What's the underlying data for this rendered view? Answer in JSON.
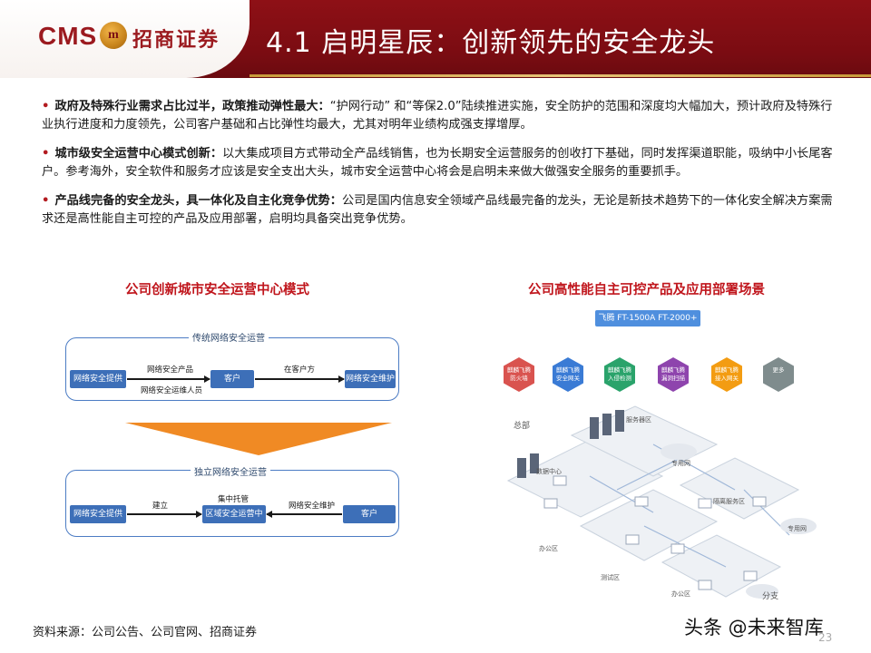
{
  "header": {
    "logo_en": "CMS",
    "logo_emblem": "m",
    "logo_cn": "招商证券",
    "title": "4.1  启明星辰：创新领先的安全龙头"
  },
  "bullets": [
    {
      "lead": "政府及特殊行业需求占比过半，政策推动弹性最大：",
      "text": "“护网行动” 和“等保2.0”陆续推进实施，安全防护的范围和深度均大幅加大，预计政府及特殊行业执行进度和力度领先，公司客户基础和占比弹性均最大，尤其对明年业绩构成强支撑增厚。"
    },
    {
      "lead": "城市级安全运营中心模式创新：",
      "text": "以大集成项目方式带动全产品线销售，也为长期安全运营服务的创收打下基础，同时发挥渠道职能，吸纳中小长尾客户。参考海外，安全软件和服务才应该是安全支出大头，城市安全运营中心将会是启明未来做大做强安全服务的重要抓手。"
    },
    {
      "lead": "产品线完备的安全龙头，具一体化及自主化竞争优势：",
      "text": "公司是国内信息安全领域产品线最完备的龙头，无论是新技术趋势下的一体化安全解决方案需求还是高性能自主可控的产品及应用部署，启明均具备突出竞争优势。"
    }
  ],
  "left_panel": {
    "title": "公司创新城市安全运营中心模式",
    "traditional": {
      "label": "传统网络安全运营",
      "node_vendor": "网络安全提供商",
      "node_customer": "客户",
      "node_maintain": "网络安全维护",
      "edge1_top": "网络安全产品",
      "edge1_bottom": "网络安全运维人员",
      "edge2_top": "在客户方"
    },
    "independent": {
      "label": "独立网络安全运营",
      "node_vendor": "网络安全提供商",
      "node_center": "区域安全运营中心",
      "node_customer": "客户",
      "edge1_top": "建立",
      "center_top": "集中托管",
      "edge2_top": "网络安全维护"
    }
  },
  "right_panel": {
    "title": "公司高性能自主可控产品及应用部署场景",
    "chip_tag": "飞腾 FT-1500A  FT-2000+",
    "hexagons": [
      {
        "label": "麒麟飞腾\n防火墙",
        "color": "#d9534f"
      },
      {
        "label": "麒麟飞腾\n安全网关",
        "color": "#3a7bd5"
      },
      {
        "label": "麒麟飞腾\n入侵检测",
        "color": "#2aa36b"
      },
      {
        "label": "麒麟飞腾\n漏洞扫描",
        "color": "#8e44ad"
      },
      {
        "label": "麒麟飞腾\n接入网关",
        "color": "#f39c12"
      },
      {
        "label": "更多",
        "color": "#7f8c8d"
      }
    ],
    "labels": {
      "hq": "总部",
      "data_center": "数据中心",
      "service_zone": "服务器区",
      "office_zone": "办公区",
      "branch": "分支",
      "private_net1": "专用网",
      "private_net2": "专用网",
      "dmz": "隔离服务区",
      "office_zone2": "办公区",
      "test_zone": "测试区"
    }
  },
  "footer": {
    "source": "资料来源：公司公告、公司官网、招商证券",
    "watermark": "头条 @未来智库",
    "page": "23"
  }
}
